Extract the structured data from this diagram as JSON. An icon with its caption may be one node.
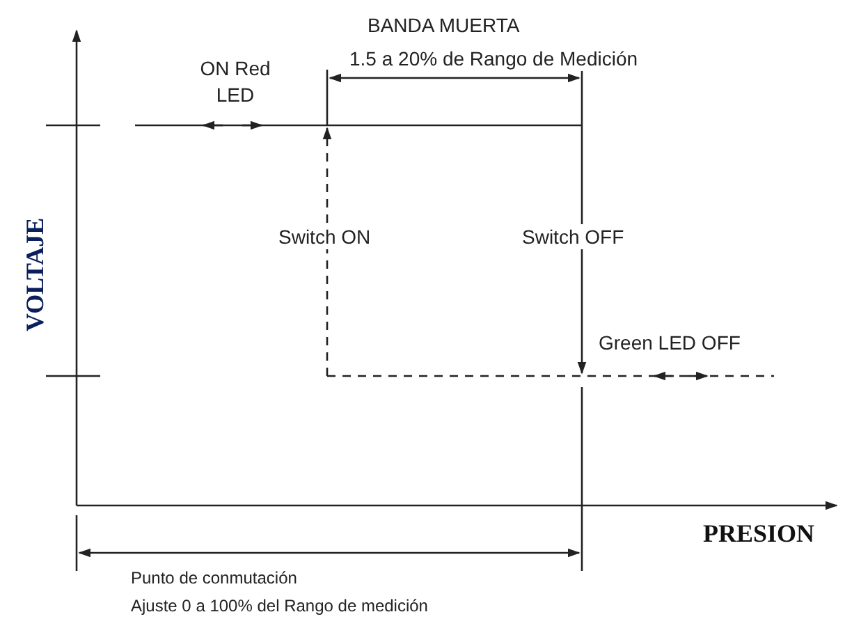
{
  "diagram": {
    "labels": [
      "BANDA MUERTA",
      "1.5 a 20% de Rango de Medición",
      "ON Red LED",
      "Switch ON",
      "Switch OFF",
      "VOLTAJE",
      "Green LED OFF",
      "PRESION",
      "Punto de conmutación",
      "Ajuste 0 a 100% del Rango de medición"
    ]
  }
}
